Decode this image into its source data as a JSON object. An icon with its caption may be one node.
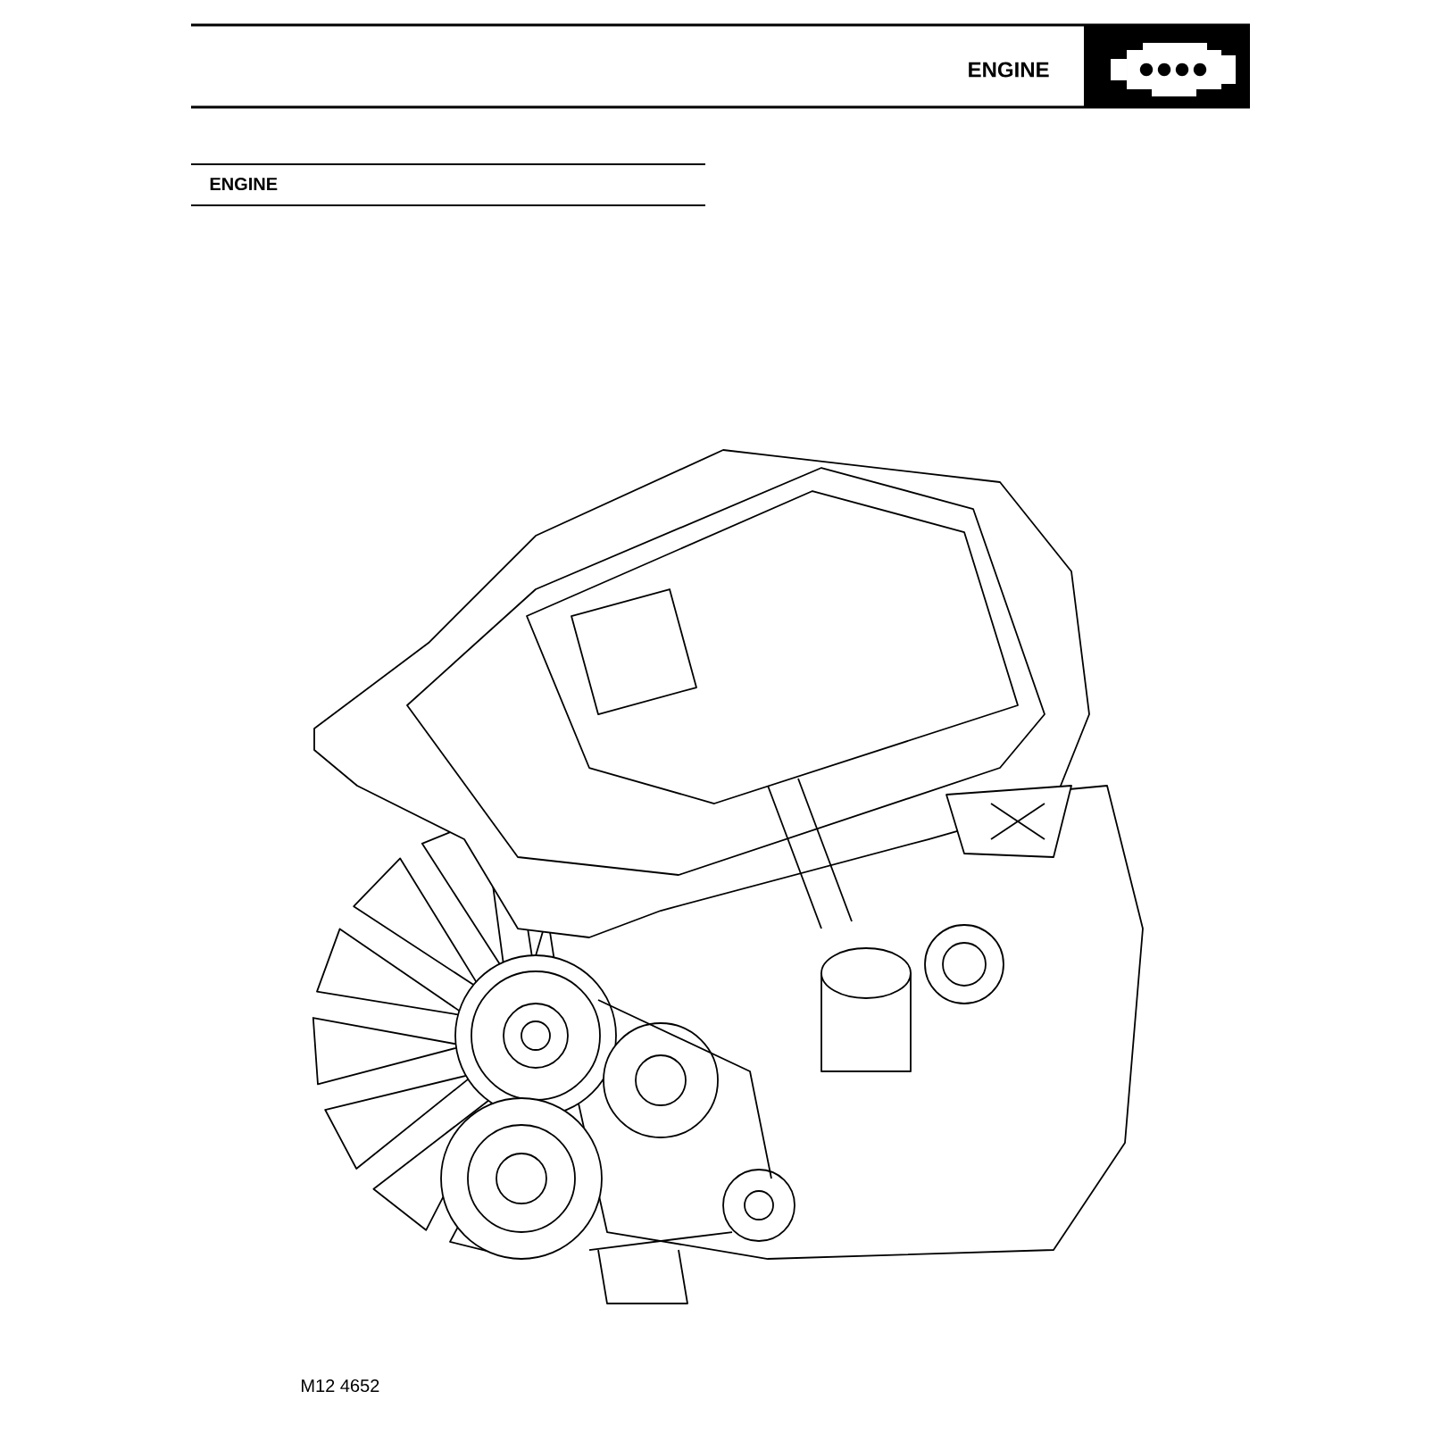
{
  "diagram": {
    "title": "ENGINE",
    "labels": [
      "ENGINE",
      "M12 4652"
    ]
  }
}
